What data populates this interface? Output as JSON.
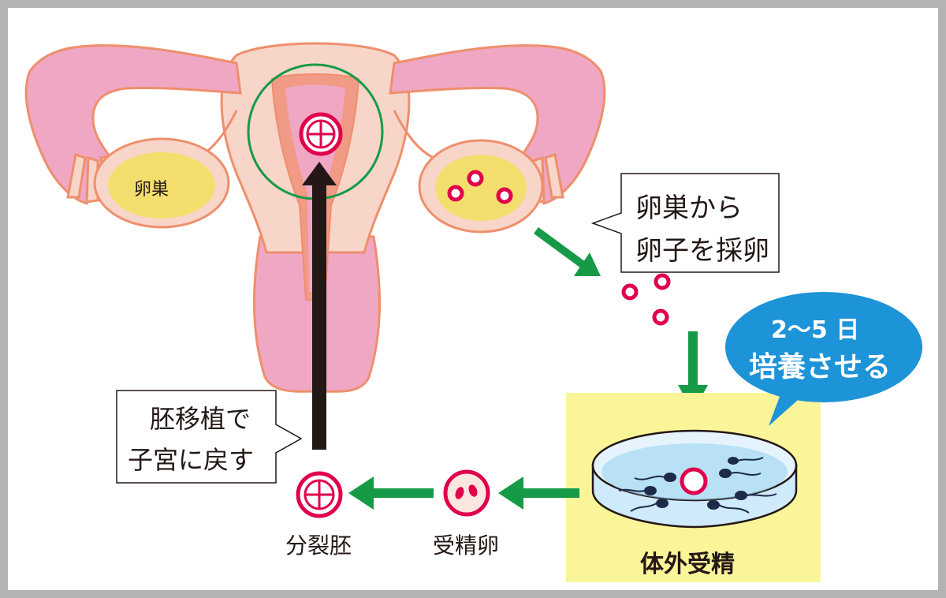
{
  "colors": {
    "frame": "#b3b3b3",
    "uterus_fill": "#efa7c3",
    "uterus_outline": "#ee8f6c",
    "body_fill": "#f8d5c9",
    "ovary_fill": "#f4de6d",
    "egg_ring": "#e0004b",
    "arrow_green": "#169a47",
    "arrow_dark": "#231815",
    "culture_bg": "#fbf59a",
    "bubble_blue": "#1d93d8",
    "dish_fill": "#cfeafb",
    "dish_stroke": "#231815"
  },
  "icons": {
    "uterus": "uterus-illustration",
    "focus_ring": "green-circle-highlight",
    "egg": "egg-ring-icon",
    "fertilized": "fertilized-egg-icon",
    "embryo": "cleavage-embryo-icon",
    "dish": "petri-dish-icon",
    "sperm": "sperm-icon"
  },
  "labels": {
    "ovary": "卵巣",
    "retrieval_line1": "卵巣から",
    "retrieval_line2": "卵子を採卵",
    "culture_line1": "2～5 日",
    "culture_line2": "培養させる",
    "ivf": "体外受精",
    "fertilized_egg": "受精卵",
    "embryo": "分裂胚",
    "transfer_line1": "胚移植で",
    "transfer_line2": "子宮に戻す"
  }
}
